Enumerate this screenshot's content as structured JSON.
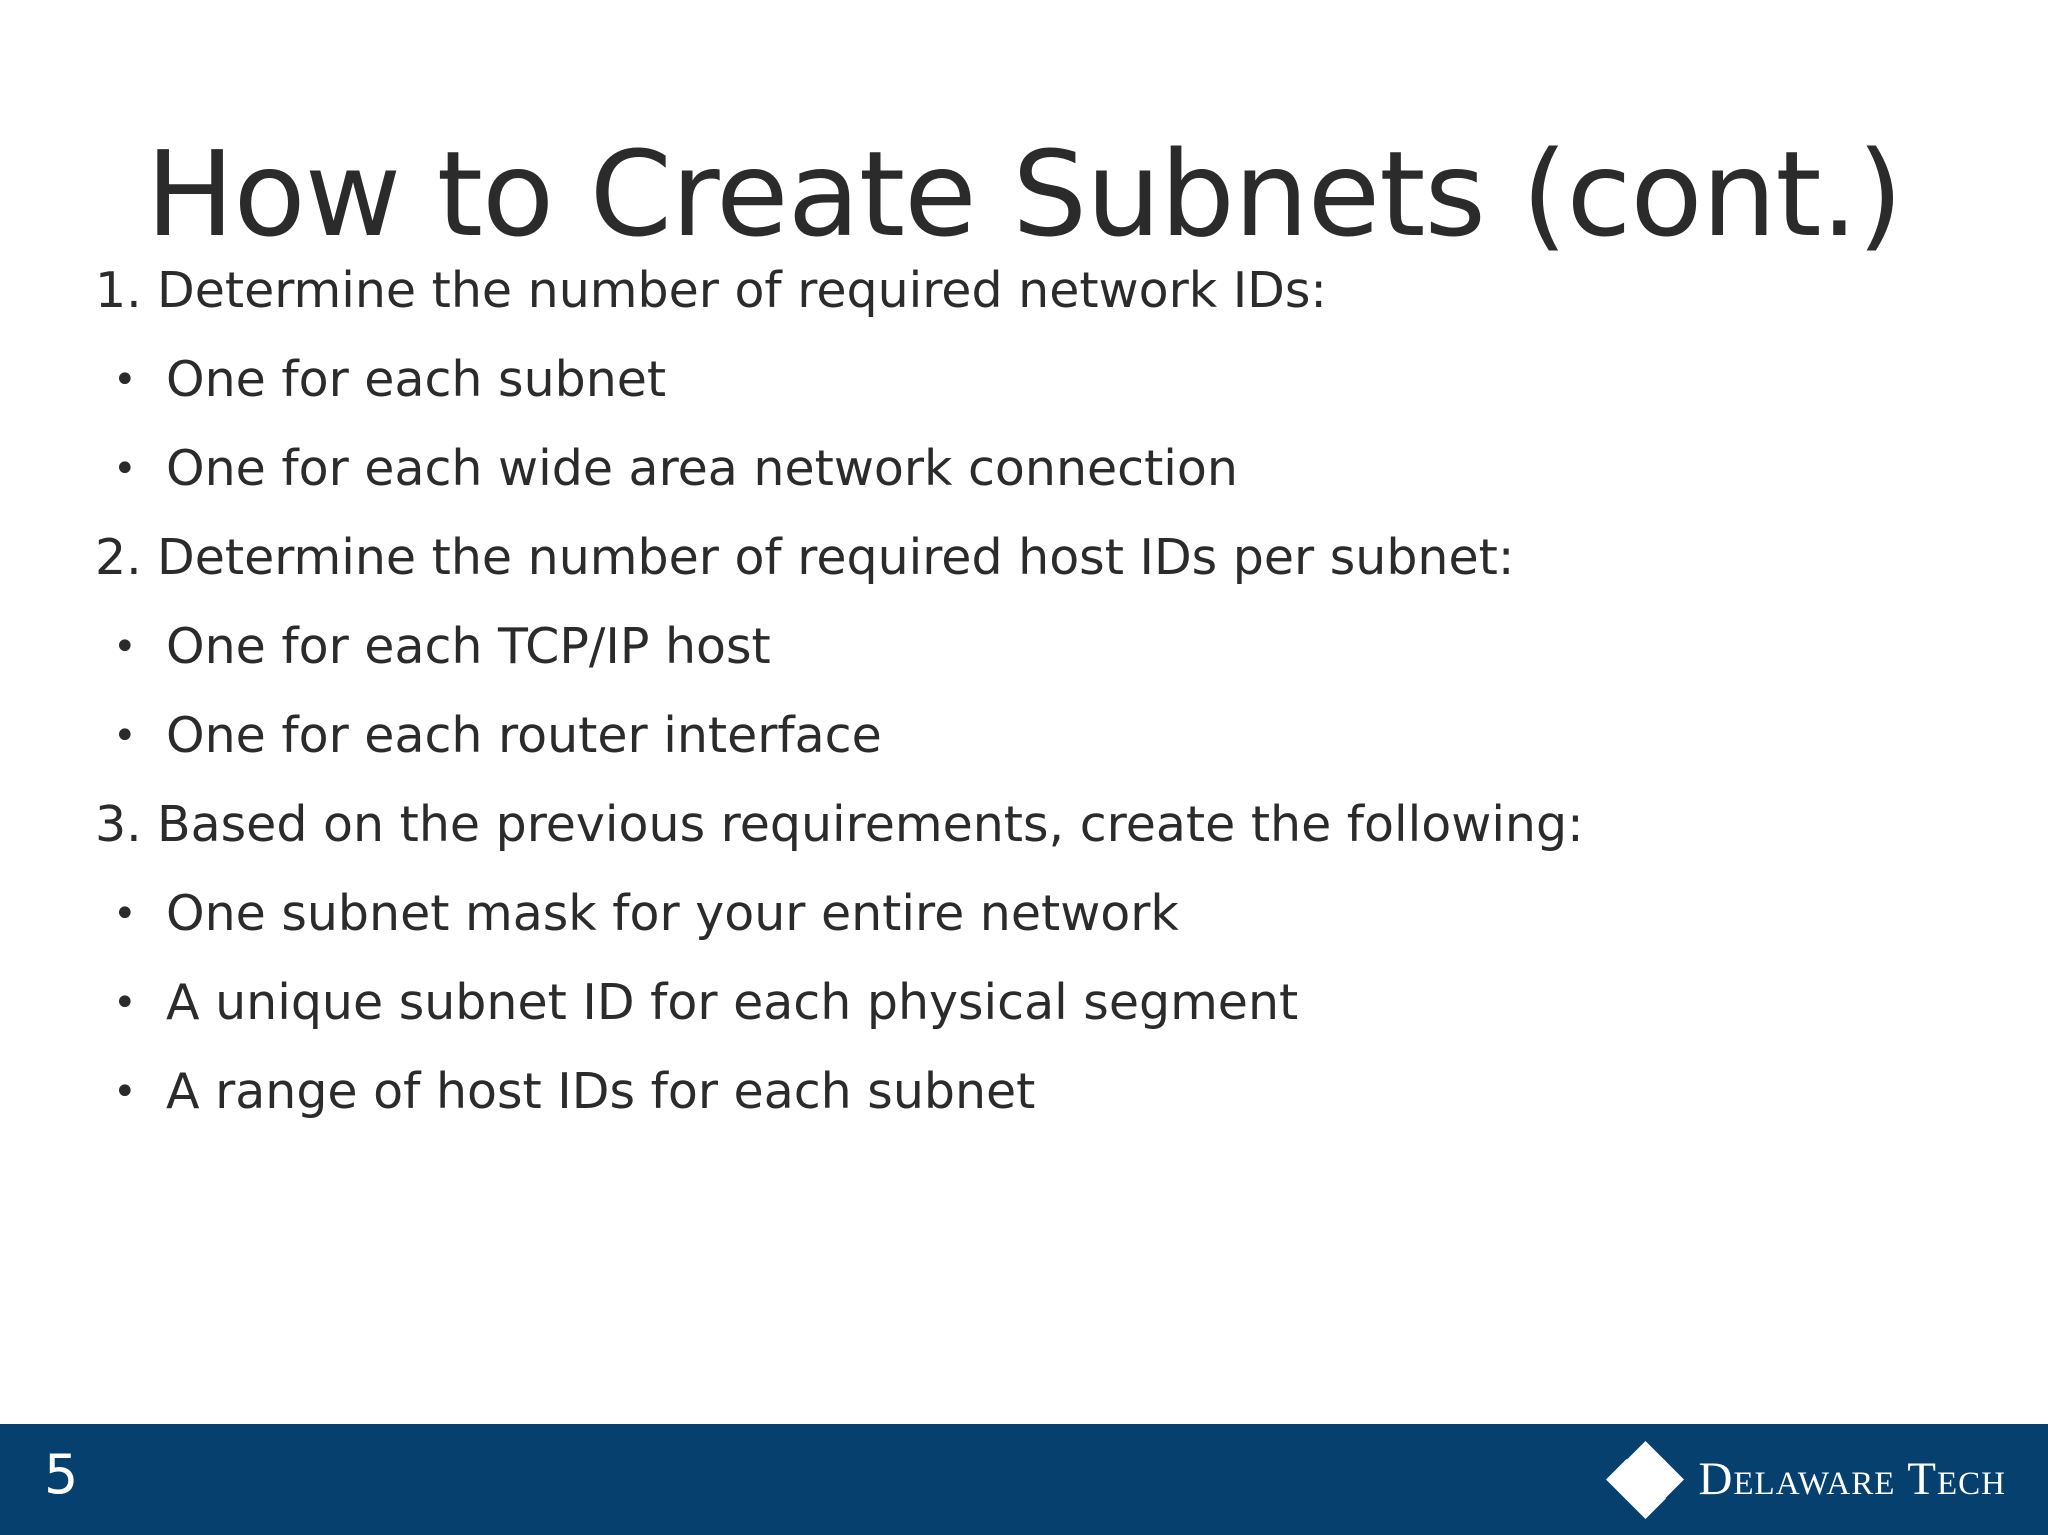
{
  "slide": {
    "title": "How to Create Subnets (cont.)",
    "background_color": "#ffffff",
    "text_color": "#2b2b2b",
    "accent_color": "#06406f",
    "number": "5"
  },
  "body": {
    "lines": [
      {
        "level": 1,
        "marker": "1.",
        "text": "Determine the number of required network IDs:"
      },
      {
        "level": 2,
        "marker": "•",
        "text": "One for each subnet"
      },
      {
        "level": 2,
        "marker": "•",
        "text": "One for each wide area network connection"
      },
      {
        "level": 1,
        "marker": "2.",
        "text": "Determine the number of required host IDs per subnet:"
      },
      {
        "level": 2,
        "marker": "•",
        "text": "One for each TCP/IP host"
      },
      {
        "level": 2,
        "marker": "•",
        "text": "One for each router interface"
      },
      {
        "level": 1,
        "marker": "3.",
        "text": "Based on the previous requirements, create the following:"
      },
      {
        "level": 2,
        "marker": "•",
        "text": "One subnet mask for your entire network"
      },
      {
        "level": 2,
        "marker": "•",
        "text": "A unique subnet ID for each physical segment"
      },
      {
        "level": 2,
        "marker": "•",
        "text": "A range of host IDs for each subnet"
      }
    ]
  },
  "footer": {
    "page_number": "5",
    "logo_text": "Delaware Tech",
    "logo_icon": "four-diamond-logo-icon",
    "bar_color": "#06406f"
  }
}
